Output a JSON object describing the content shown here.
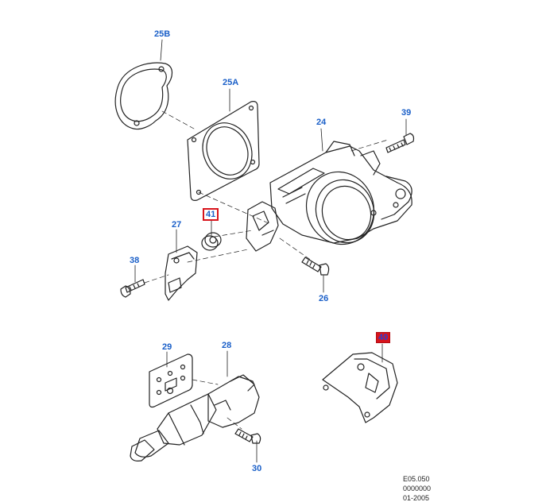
{
  "callouts": {
    "p25b": "25B",
    "p25a": "25A",
    "p24": "24",
    "p39": "39",
    "p41": "41",
    "p27": "27",
    "p38": "38",
    "p26": "26",
    "p29": "29",
    "p28": "28",
    "p40": "40",
    "p30": "30"
  },
  "footer": {
    "line1": "E05.050",
    "line2": "0000000",
    "line3": "01-2005"
  },
  "colors": {
    "callout_text": "#1a5fc8",
    "highlight": "#d8141c",
    "line_art": "#222222"
  }
}
